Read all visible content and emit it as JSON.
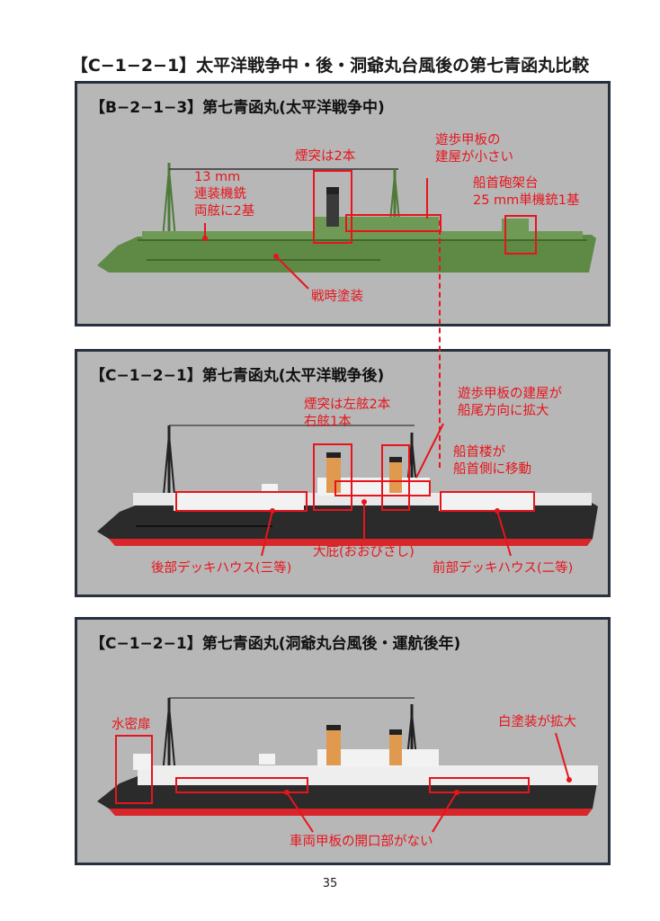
{
  "page": {
    "title": "【C−1−2−1】太平洋戦争中・後・洞爺丸台風後の第七青函丸比較",
    "number": "35"
  },
  "colors": {
    "annotation_red": "#e8141c",
    "panel_bg": "#b7b7b7",
    "panel_border": "#27303d",
    "hull_wartime": "#5e8a45",
    "hull_black": "#2b2b2b",
    "bottom_red": "#d8262b",
    "funnel_orange": "#e09a50"
  },
  "panels": [
    {
      "title": "【B−2−1−3】第七青函丸(太平洋戦争中)",
      "notes": {
        "guns": [
          "13 mm",
          "連装機銑",
          "両舷に2基"
        ],
        "funnel": "煙突は2本",
        "promenade": [
          "遊歩甲板の",
          "建屋が小さい"
        ],
        "bow_gun": [
          "船首砲架台",
          "25 mm単機銃1基"
        ],
        "paint": "戦時塗装"
      }
    },
    {
      "title": "【C−1−2−1】第七青函丸(太平洋戦争後)",
      "notes": {
        "funnel": [
          "煙突は左舷2本",
          "右舷1本"
        ],
        "promenade": [
          "遊歩甲板の建屋が",
          "船尾方向に拡大"
        ],
        "forecastle": [
          "船首楼が",
          "船首側に移動"
        ],
        "aft_deckhouse": "後部デッキハウス(三等)",
        "hall": "大庇(おおびさし)",
        "fwd_deckhouse": "前部デッキハウス(二等)"
      }
    },
    {
      "title": "【C−1−2−1】第七青函丸(洞爺丸台風後・運航後年)",
      "notes": {
        "watertight": "水密扉",
        "white_paint": "白塗装が拡大",
        "no_opening": "車両甲板の開口部がない"
      }
    }
  ]
}
